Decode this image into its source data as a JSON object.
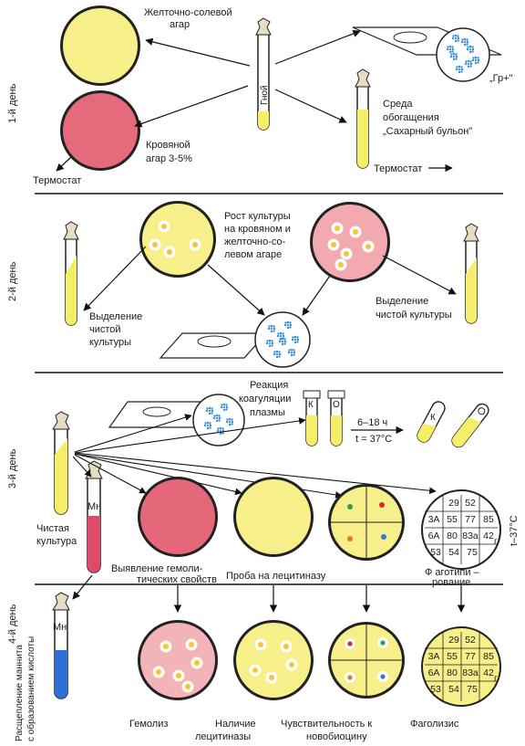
{
  "days": {
    "d1": "1-й день",
    "d2": "2-й день",
    "d3": "3-й день",
    "d4": "4-й день"
  },
  "day1": {
    "yolk_salt_agar": [
      "Желточно-солевой",
      "агар"
    ],
    "pus": "Гной",
    "gram_plus": "„Гр+\"",
    "blood_agar": [
      "Кровяной",
      "агар 3-5%"
    ],
    "enrichment_medium": [
      "Среда",
      "обогащения",
      "„Сахарный бульон\""
    ],
    "thermostat_left": "Термостат",
    "thermostat_right": "Термостат"
  },
  "day2": {
    "culture_growth": [
      "Рост культуры",
      "на кровяном и",
      "желточно-со-",
      "левом агаре"
    ],
    "isolation_left": [
      "Выделение",
      "чистой",
      "культуры"
    ],
    "isolation_right": [
      "Выделение",
      "чистой культуры"
    ]
  },
  "day3": {
    "coagulation": [
      "Реакция",
      "коагуляции",
      "плазмы"
    ],
    "tube_k": "К",
    "tube_o": "О",
    "incubation_time": "6–18 ч",
    "incubation_temp": "t = 37°C",
    "tilted_k": "К",
    "mn": "Мн",
    "pure_culture": [
      "Чистая",
      "культура"
    ],
    "hemolytic": [
      "Выявление гемоли-",
      "тических свойств"
    ],
    "lecithinase_test": "Проба на лецитиназу",
    "phagotyping": [
      "Ф аготипи –",
      "рование"
    ],
    "phage_temp": "t–37°C",
    "phage_grid": [
      [
        "29",
        "52"
      ],
      [
        "3A",
        "55",
        "77",
        "85"
      ],
      [
        "6A",
        "80",
        "83a",
        "42"
      ],
      [
        "53",
        "54",
        "75"
      ]
    ],
    "phage_g": "г"
  },
  "day4": {
    "mannitol": [
      "Расщепление маннита",
      "с образованием кислоты"
    ],
    "mn": "Мн",
    "hemolysis": "Гемолиз",
    "lecithinase_presence": [
      "Наличие",
      "лецитиназы"
    ],
    "novobiocin": [
      "Чувствительность к",
      "новобиоцину"
    ],
    "phagolysis": "Фаголизис",
    "phage_grid": [
      [
        "29",
        "52"
      ],
      [
        "3A",
        "55",
        "77",
        "85"
      ],
      [
        "6A",
        "80",
        "83a",
        "42"
      ],
      [
        "53",
        "54",
        "75"
      ]
    ],
    "phage_g": "г"
  },
  "colors": {
    "yellow_agar": "#f7f08a",
    "blood_agar": "#e46a7c",
    "pink_agar": "#f3b4b9",
    "tube_fill": "#f5ee6a",
    "mannitol_blue": "#2f6fd6",
    "mannitol_red": "#e04a6a",
    "colony_blue": "#3a8fd8"
  }
}
